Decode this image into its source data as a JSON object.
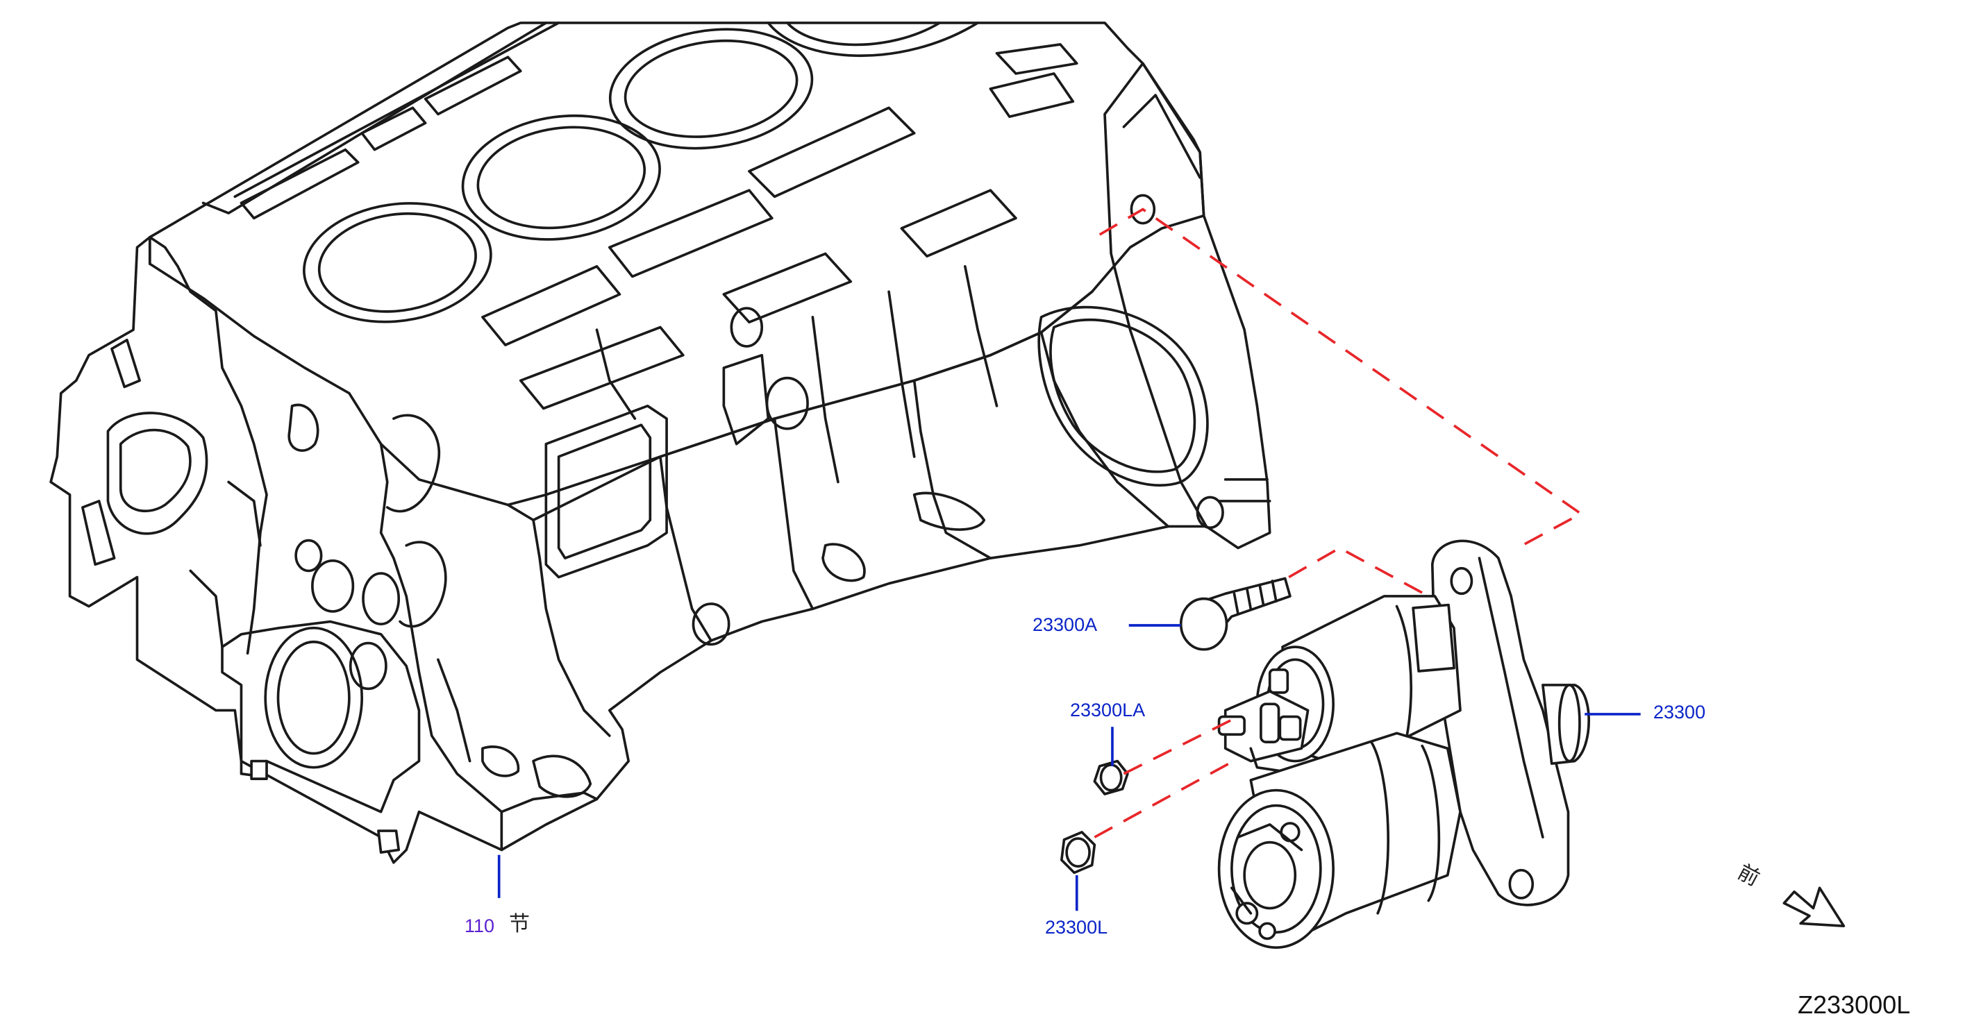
{
  "diagram": {
    "code": "Z233000L",
    "front_marker": "前",
    "colors": {
      "callout": "#0a24c8",
      "callout_alt": "#5a1fd0",
      "phantom_line": "#e8262a",
      "line_art": "#1a1a1a"
    },
    "callouts": {
      "cylinder_block": {
        "part_no": "110",
        "suffix": "节"
      },
      "starter_bolt": {
        "part_no": "23300A"
      },
      "nut_upper": {
        "part_no": "23300LA"
      },
      "nut_lower": {
        "part_no": "23300L"
      },
      "starter_motor": {
        "part_no": "23300"
      }
    }
  }
}
